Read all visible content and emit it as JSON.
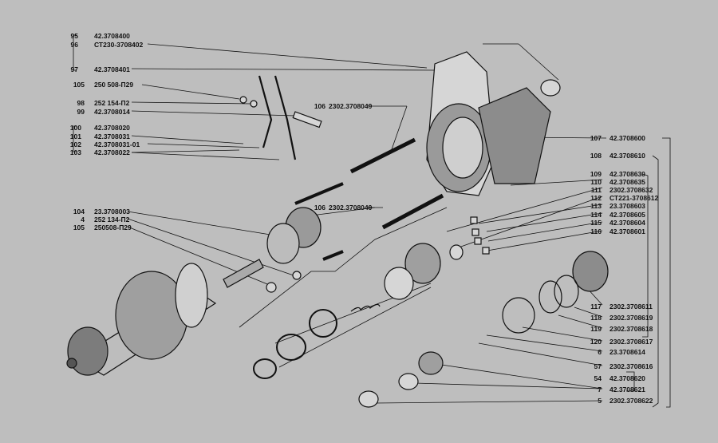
{
  "callouts_left_top": [
    {
      "num": "95",
      "part": "42.3708400"
    },
    {
      "num": "96",
      "part": "СТ230-3708402"
    },
    {
      "num": "97",
      "part": "42.3708401"
    },
    {
      "num": "105",
      "part": "250  508-П29"
    },
    {
      "num": "98",
      "part": "252  154-П2"
    },
    {
      "num": "99",
      "part": "42.3708014"
    },
    {
      "num": "100",
      "part": "42.3708020"
    },
    {
      "num": "101",
      "part": "42.3708031"
    },
    {
      "num": "102",
      "part": "42.3708031-01"
    },
    {
      "num": "103",
      "part": "42.3708022"
    }
  ],
  "callouts_left_mid": [
    {
      "num": "104",
      "part": "23.3708003"
    },
    {
      "num": "4",
      "part": "252  134-П2"
    },
    {
      "num": "105",
      "part": "250508-П29"
    }
  ],
  "callouts_center": [
    {
      "num": "106",
      "part": "2302.3708049"
    },
    {
      "num": "106",
      "part": "2302.3708049"
    }
  ],
  "callouts_right": [
    {
      "num": "107",
      "part": "42.3708600"
    },
    {
      "num": "108",
      "part": "42.3708610"
    },
    {
      "num": "109",
      "part": "42.3708630"
    },
    {
      "num": "110",
      "part": "42.3708635"
    },
    {
      "num": "111",
      "part": "2302.3708632"
    },
    {
      "num": "112",
      "part": "СТ221-3708612"
    },
    {
      "num": "113",
      "part": "23.3708603"
    },
    {
      "num": "114",
      "part": "42.3708605"
    },
    {
      "num": "115",
      "part": "42.3708604"
    },
    {
      "num": "116",
      "part": "42.3708601"
    },
    {
      "num": "117",
      "part": "2302.3708611"
    },
    {
      "num": "118",
      "part": "2302.3708619"
    },
    {
      "num": "119",
      "part": "2302.3708618"
    },
    {
      "num": "120",
      "part": "2302.3708617"
    },
    {
      "num": "6",
      "part": "23.3708614"
    },
    {
      "num": "57",
      "part": "2302.3708616"
    },
    {
      "num": "54",
      "part": "42.3708620"
    },
    {
      "num": "7",
      "part": "42.3708621"
    },
    {
      "num": "5",
      "part": "2302.3708622"
    }
  ]
}
